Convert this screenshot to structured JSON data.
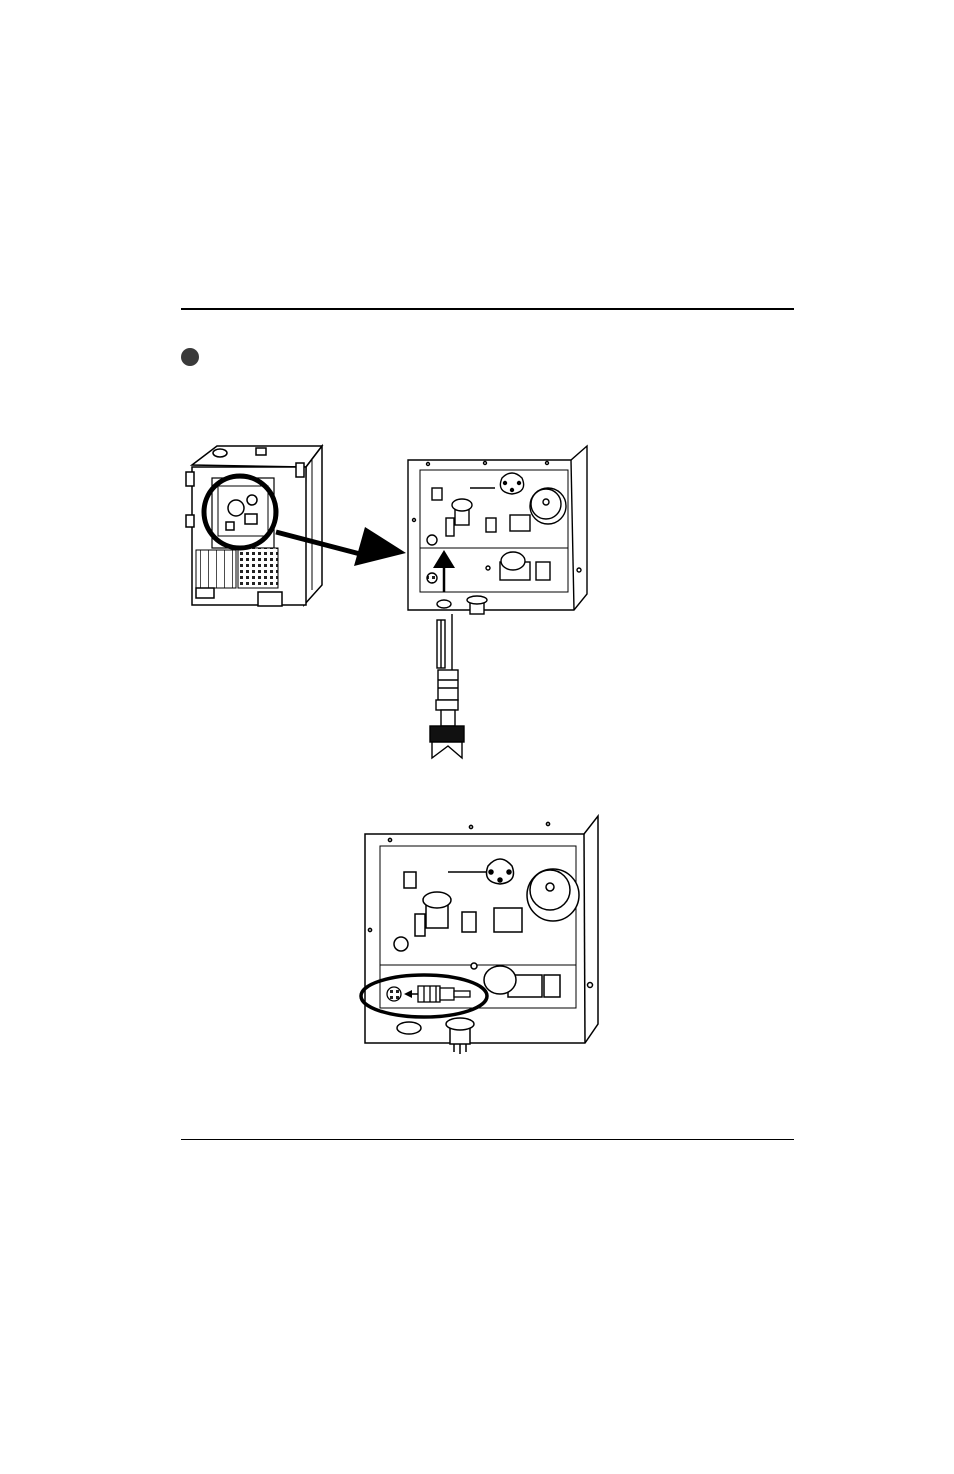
{
  "page": {
    "has_top_rule": true,
    "has_bottom_rule": true
  },
  "step": {
    "bullet_icon": "filled-circle-icon"
  },
  "figures": [
    {
      "name": "machine-overview",
      "icon": "cooling-unit-illustration"
    },
    {
      "name": "panel-with-hose-removed",
      "icon": "panel-detail-illustration"
    },
    {
      "name": "panel-with-fitting-circled",
      "icon": "panel-detail-illustration"
    }
  ],
  "colors": {
    "ink": "#000000",
    "paper": "#ffffff",
    "bullet": "#3a3a3a"
  }
}
